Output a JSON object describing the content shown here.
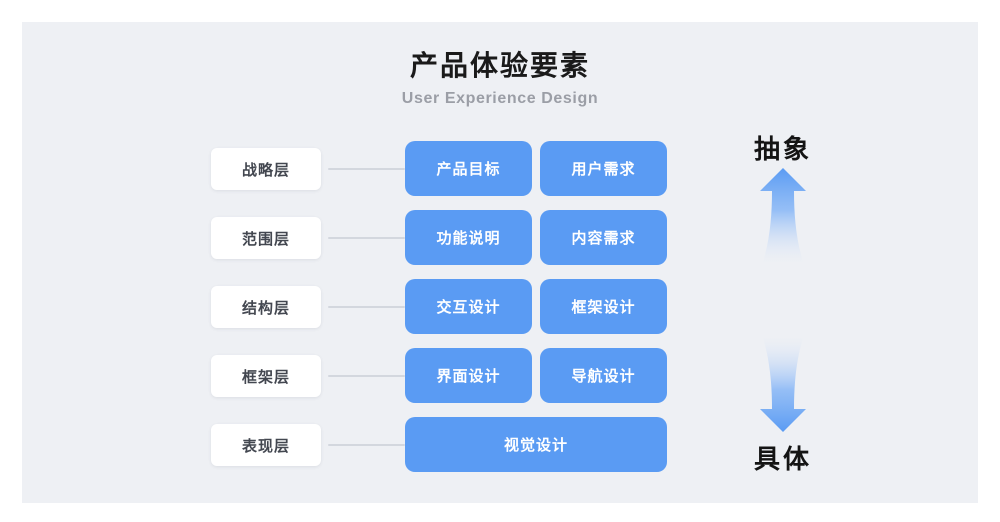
{
  "header": {
    "title": "产品体验要素",
    "subtitle": "User Experience Design"
  },
  "colors": {
    "page_background": "#ffffff",
    "panel_background": "#eef0f4",
    "cell_blue": "#5a9bf3",
    "label_card": "#ffffff",
    "label_text": "#434750",
    "connector": "#d3d7de",
    "title_text": "#1a1a1a",
    "subtitle_text": "#9b9ea6",
    "axis_caption_text": "#141414"
  },
  "layers": [
    {
      "label": "战略层",
      "cells": [
        {
          "text": "产品目标"
        },
        {
          "text": "用户需求"
        }
      ]
    },
    {
      "label": "范围层",
      "cells": [
        {
          "text": "功能说明"
        },
        {
          "text": "内容需求"
        }
      ]
    },
    {
      "label": "结构层",
      "cells": [
        {
          "text": "交互设计"
        },
        {
          "text": "框架设计"
        }
      ]
    },
    {
      "label": "框架层",
      "cells": [
        {
          "text": "界面设计"
        },
        {
          "text": "导航设计"
        }
      ]
    },
    {
      "label": "表现层",
      "cells": [
        {
          "text": "视觉设计",
          "wide": true
        }
      ]
    }
  ],
  "axis": {
    "top_caption": "抽象",
    "bottom_caption": "具体",
    "up_arrow_icon": "arrow-up-gradient-icon",
    "down_arrow_icon": "arrow-down-gradient-icon"
  }
}
